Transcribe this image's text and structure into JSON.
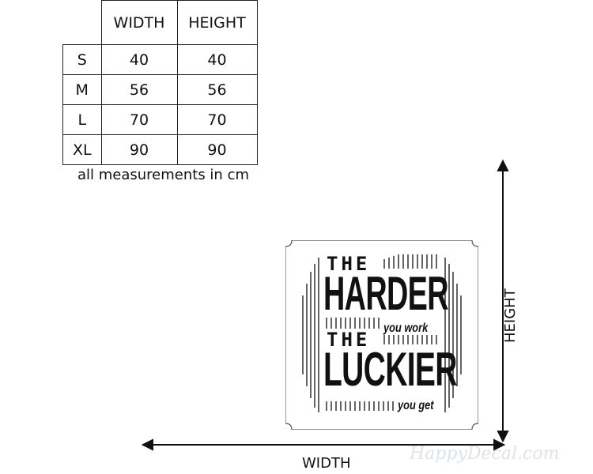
{
  "size_table": {
    "headers": [
      "",
      "WIDTH",
      "HEIGHT"
    ],
    "rows": [
      {
        "size": "S",
        "width": "40",
        "height": "40"
      },
      {
        "size": "M",
        "width": "56",
        "height": "56"
      },
      {
        "size": "L",
        "width": "70",
        "height": "70"
      },
      {
        "size": "XL",
        "width": "90",
        "height": "90"
      }
    ],
    "caption": "all measurements in cm"
  },
  "decal": {
    "line1": "THE",
    "line2": "HARDER",
    "line3": "you work",
    "line4": "THE",
    "line5": "LUCKIER",
    "line6": "you get"
  },
  "dimensions": {
    "height_label": "HEIGHT",
    "width_label": "WIDTH"
  },
  "watermark": "HappyDecal.com",
  "colors": {
    "ink": "#111111",
    "watermark": "#dde3e8",
    "border": "#555555"
  }
}
